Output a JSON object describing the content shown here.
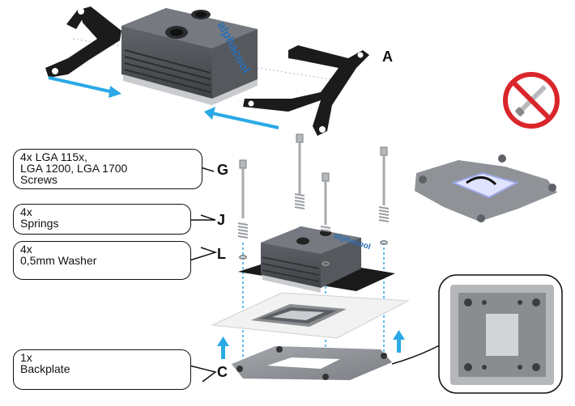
{
  "brand_text": "alphacool",
  "callouts": [
    {
      "id": "G",
      "lines": [
        "4x LGA 115x,",
        "LGA 1200, LGA 1700",
        "Screws"
      ]
    },
    {
      "id": "J",
      "lines": [
        "4x",
        "Springs"
      ]
    },
    {
      "id": "L",
      "lines": [
        "4x",
        "0,5mm Washer"
      ]
    },
    {
      "id": "C",
      "lines": [
        "1x",
        "Backplate"
      ]
    }
  ],
  "letters": {
    "A": "A",
    "G": "G",
    "J": "J",
    "L": "L",
    "C": "C"
  },
  "colors": {
    "arrow": "#2aa9e6",
    "block": "#4a4d52",
    "bracket": "#1a1a1a",
    "no_sign": "#d9262b",
    "plate": "#8a8d90"
  }
}
